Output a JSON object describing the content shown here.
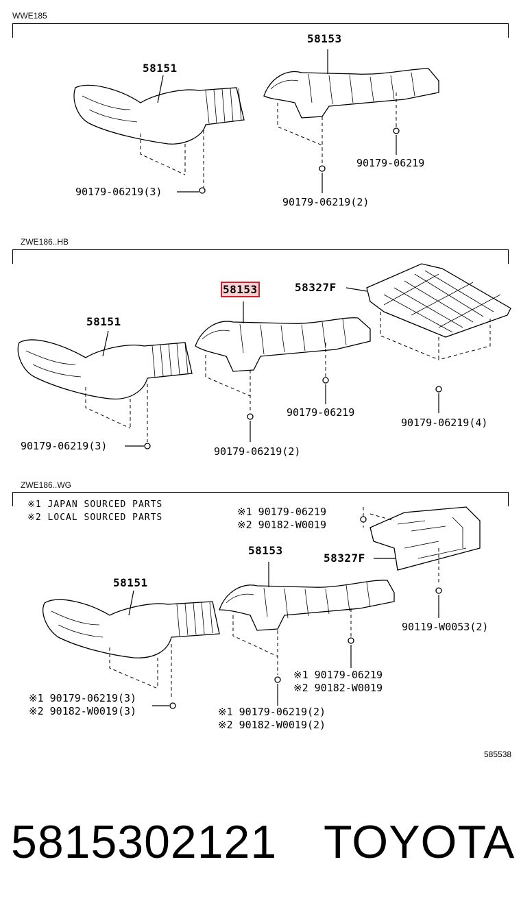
{
  "sections": [
    {
      "code": "WWE185",
      "callouts": {
        "exhaust_manifold_cover": "58151",
        "heat_insulator": "58153",
        "nut_a": "90179-06219(3)",
        "nut_b": "90179-06219(2)",
        "nut_c": "90179-06219"
      }
    },
    {
      "code": "ZWE186..HB",
      "callouts": {
        "exhaust_manifold_cover": "58151",
        "heat_insulator": "58153",
        "floor_insulator": "58327F",
        "nut_a": "90179-06219(3)",
        "nut_b": "90179-06219(2)",
        "nut_c": "90179-06219",
        "nut_d": "90179-06219(4)"
      }
    },
    {
      "code": "ZWE186..WG",
      "notes": [
        "※1 JAPAN SOURCED PARTS",
        "※2 LOCAL SOURCED PARTS"
      ],
      "callouts": {
        "exhaust_manifold_cover": "58151",
        "heat_insulator": "58153",
        "floor_insulator": "58327F",
        "top_nut_1": "※1 90179-06219",
        "top_nut_2": "※2 90182-W0019",
        "bolt": "90119-W0053(2)",
        "mid_nut_1": "※1 90179-06219",
        "mid_nut_2": "※2 90182-W0019",
        "left_nut_1": "※1 90179-06219(3)",
        "left_nut_2": "※2 90182-W0019(3)",
        "center_nut_1": "※1 90179-06219(2)",
        "center_nut_2": "※2 90182-W0019(2)"
      }
    }
  ],
  "diagram_ref": "585538",
  "footer": {
    "part_number": "5815302121",
    "brand": "TOYOTA"
  },
  "highlight_color": "#d0202a"
}
